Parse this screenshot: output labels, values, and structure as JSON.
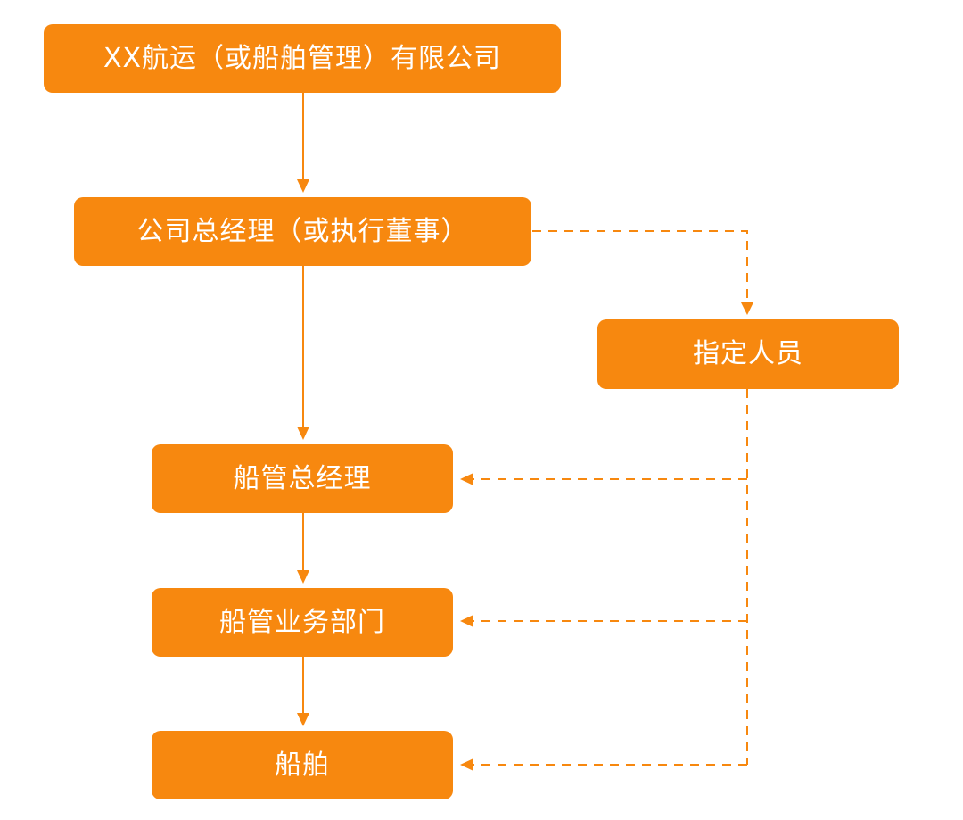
{
  "colors": {
    "node_fill": "#F7880F",
    "connector": "#F7880F",
    "node_text": "#FFFFFF"
  },
  "nodes": {
    "company": "XX航运（或船舶管理）有限公司",
    "general_manager": "公司总经理（或执行董事）",
    "designated_person": "指定人员",
    "ship_management_gm": "船管总经理",
    "ship_management_department": "船管业务部门",
    "ship": "船舶"
  },
  "edges": [
    {
      "from": "company",
      "to": "general_manager",
      "style": "solid"
    },
    {
      "from": "general_manager",
      "to": "ship_management_gm",
      "style": "solid"
    },
    {
      "from": "ship_management_gm",
      "to": "ship_management_department",
      "style": "solid"
    },
    {
      "from": "ship_management_department",
      "to": "ship",
      "style": "solid"
    },
    {
      "from": "general_manager",
      "to": "designated_person",
      "style": "dashed"
    },
    {
      "from": "designated_person",
      "to": "ship_management_gm",
      "style": "dashed"
    },
    {
      "from": "designated_person",
      "to": "ship_management_department",
      "style": "dashed"
    },
    {
      "from": "designated_person",
      "to": "ship",
      "style": "dashed"
    }
  ]
}
